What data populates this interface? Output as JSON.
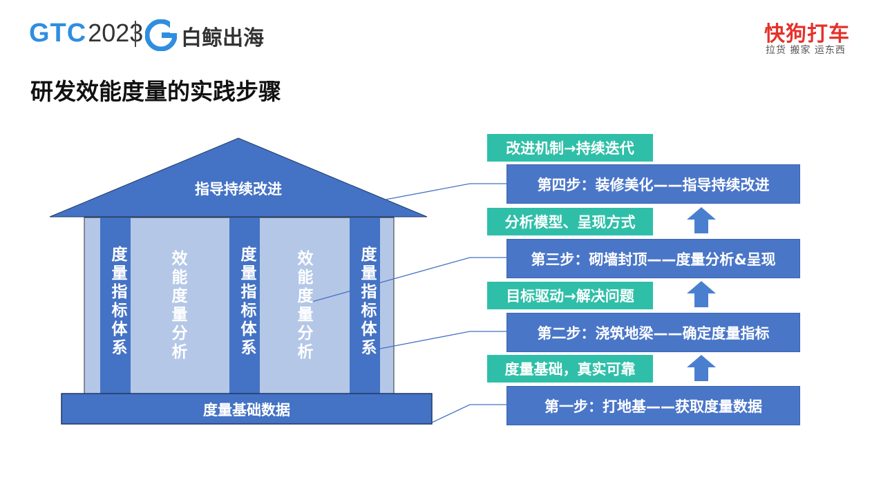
{
  "header": {
    "gtc_text": "GTC",
    "gtc_year": "2023",
    "partner": "白鲸出海",
    "brand": "快狗打车",
    "brand_slogan": "拉货 搬家 运东西"
  },
  "title": "研发效能度量的实践步骤",
  "house": {
    "roof": "指导持续改进",
    "base": "度量基础数据",
    "pillar_left": "度量指标体系",
    "pillar_mid": "度量指标体系",
    "pillar_right": "度量指标体系",
    "inner_left": "效能度量分析",
    "inner_right": "效能度量分析"
  },
  "steps": [
    {
      "tag": "改进机制→持续迭代",
      "label": "第四步：装修美化——指导持续改进"
    },
    {
      "tag": "分析模型、呈现方式",
      "label": "第三步：砌墙封顶——度量分析&呈现"
    },
    {
      "tag": "目标驱动→解决问题",
      "label": "第二步：浇筑地梁——确定度量指标"
    },
    {
      "tag": "度量基础，真实可靠",
      "label": "第一步：打地基——获取度量数据"
    }
  ],
  "colors": {
    "dark_blue": "#4472c4",
    "light_blue": "#b4c7e7",
    "step_blue": "#4a76c8",
    "teal": "#2fbfa8",
    "arrow_blue": "#4a7fd0",
    "brand_red": "#e4322b"
  }
}
